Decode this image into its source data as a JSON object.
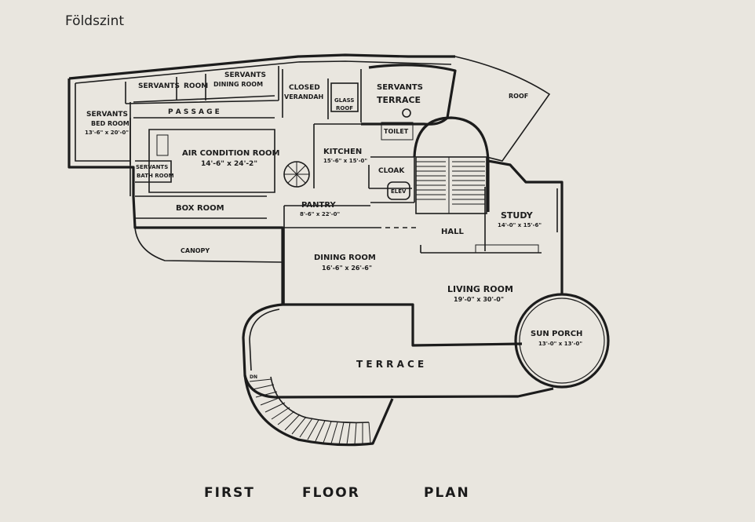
{
  "heading": "Földszint",
  "caption": {
    "word1": "FIRST",
    "word2": "FLOOR",
    "word3": "PLAN"
  },
  "rooms": {
    "servants_bed_room": {
      "line1": "SERVANTS",
      "line2": "BED ROOM",
      "dim": "13'-6\" x 20'-0\""
    },
    "servants": "SERVANTS",
    "room": "ROOM",
    "servants_dining_room": {
      "line1": "SERVANTS",
      "line2": "DINING ROOM"
    },
    "closed_verandah": {
      "line1": "CLOSED",
      "line2": "VERANDAH"
    },
    "glass_roof": {
      "line1": "GLASS",
      "line2": "ROOF"
    },
    "servants_terrace": {
      "line1": "SERVANTS",
      "line2": "TERRACE"
    },
    "roof": "ROOF",
    "passage": "P A S S A G E",
    "air_condition_room": {
      "name": "AIR CONDITION ROOM",
      "dim": "14'-6\" x 24'-2\""
    },
    "servants_bath_room": {
      "line1": "SERVANTS",
      "line2": "BATH ROOM"
    },
    "kitchen": {
      "name": "KITCHEN",
      "dim": "15'-6\" x 15'-0\""
    },
    "toilet": "TOILET",
    "cloak": "CLOAK",
    "elev": "ELEV",
    "box_room": "BOX ROOM",
    "pantry": {
      "name": "PANTRY",
      "dim": "8'-6\" x 22'-0\""
    },
    "canopy": "CANOPY",
    "study": {
      "name": "STUDY",
      "dim": "14'-0\" x 15'-6\""
    },
    "hall": "HALL",
    "dining_room": {
      "name": "DINING ROOM",
      "dim": "16'-6\" x 26'-6\""
    },
    "living_room": {
      "name": "LIVING ROOM",
      "dim": "19'-0\" x 30'-0\""
    },
    "sun_porch": {
      "name": "SUN PORCH",
      "dim": "13'-0\" x 13'-0\""
    },
    "terrace": "T E R R A C E",
    "dn": "DN"
  }
}
